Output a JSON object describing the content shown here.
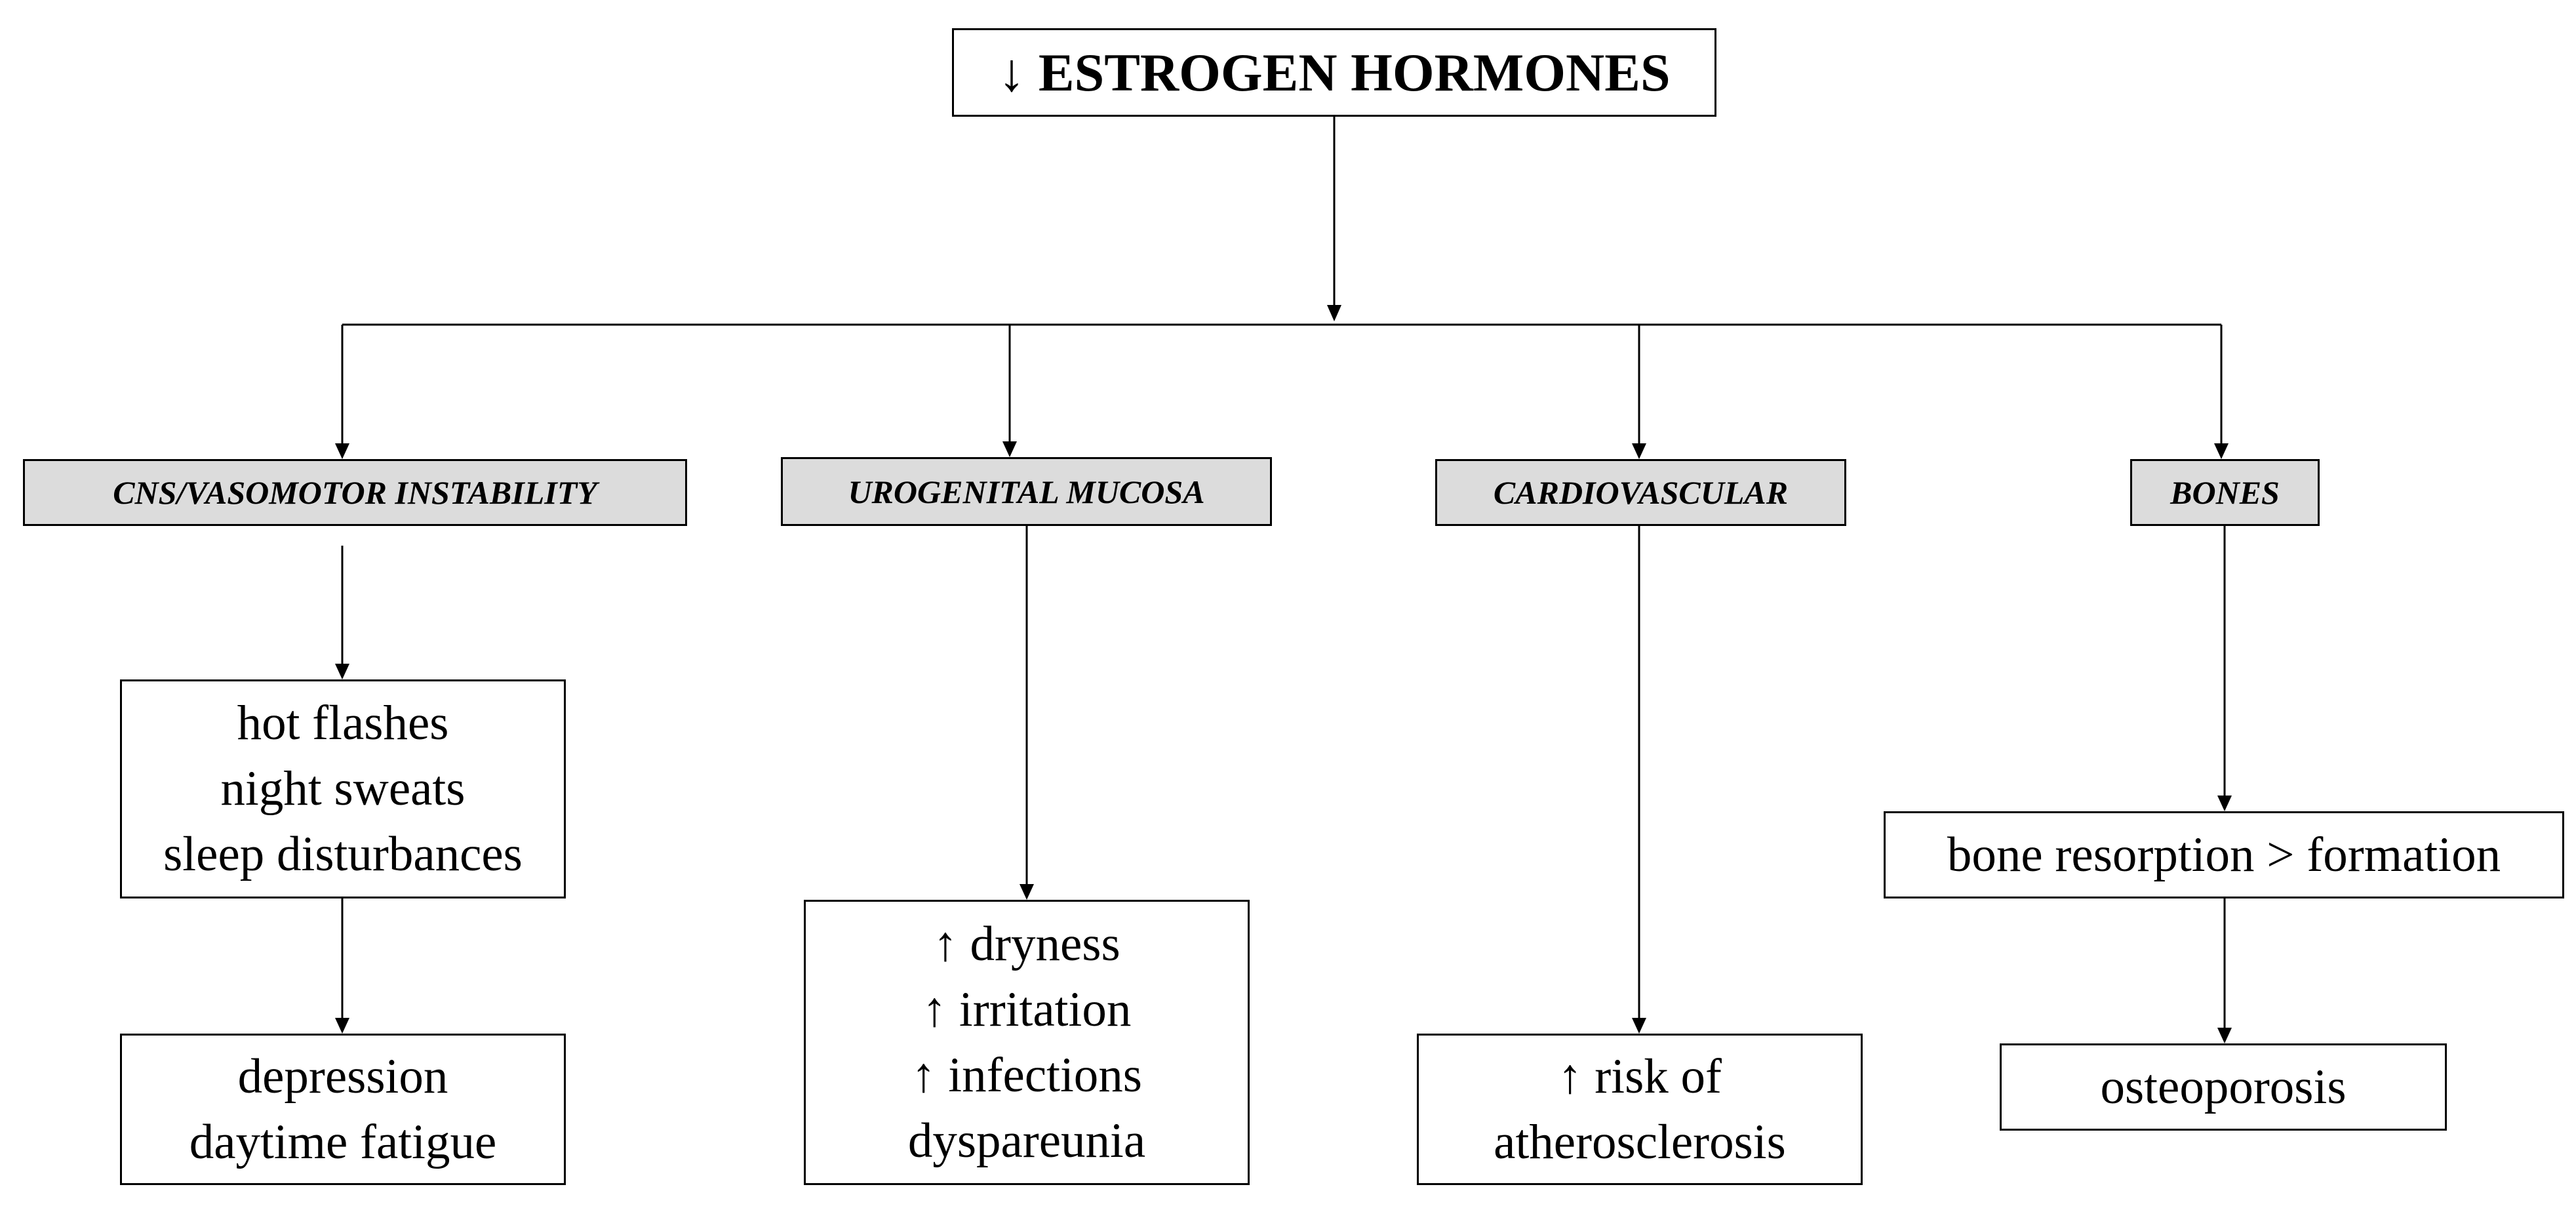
{
  "root": {
    "label": "↓ ESTROGEN HORMONES"
  },
  "categories": [
    {
      "label": "CNS/VASOMOTOR INSTABILITY",
      "effects": [
        {
          "lines": [
            "hot flashes",
            "night sweats",
            "sleep disturbances"
          ]
        },
        {
          "lines": [
            "depression",
            "daytime fatigue"
          ]
        }
      ]
    },
    {
      "label": "UROGENITAL MUCOSA",
      "effects": [
        {
          "lines": [
            "↑ dryness",
            "↑ irritation",
            "↑ infections",
            "dyspareunia"
          ]
        }
      ]
    },
    {
      "label": "CARDIOVASCULAR",
      "effects": [
        {
          "lines": [
            "↑ risk of",
            "atherosclerosis"
          ]
        }
      ]
    },
    {
      "label": "BONES",
      "effects": [
        {
          "lines": [
            "bone resorption > formation"
          ]
        },
        {
          "lines": [
            "osteoporosis"
          ]
        }
      ]
    }
  ]
}
